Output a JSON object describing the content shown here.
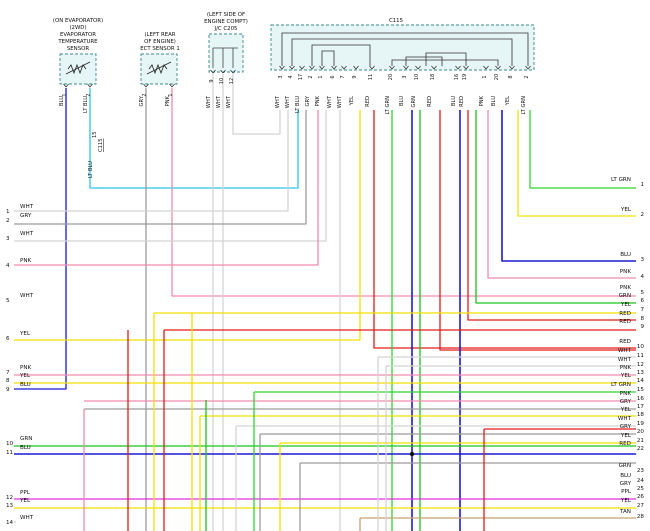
{
  "components": {
    "evap_sensor": {
      "lines": [
        "(ON EVAPORATOR)",
        "(2WD)",
        "EVAPORATOR",
        "TEMPERATURE",
        "SENSOR"
      ],
      "pins": [
        "1",
        "2"
      ],
      "wires": [
        "BLU",
        "LT BLU"
      ]
    },
    "ect_sensor": {
      "lines": [
        "(LEFT REAR",
        "OF ENGINE)",
        "ECT SENSOR 1"
      ],
      "pins": [
        "2",
        "1"
      ],
      "wires": [
        "GRY",
        "PNK"
      ]
    },
    "jc_c205": {
      "lines": [
        "(LEFT SIDE OF",
        "ENGINE COMPT)",
        "J/C C205"
      ],
      "pins": [
        "9",
        "10",
        "12"
      ],
      "wires": [
        "WHT",
        "WHT",
        "WHT"
      ]
    },
    "c115": {
      "label": "C115",
      "pins": [
        "3",
        "4",
        "17",
        "2",
        "1",
        "6",
        "7",
        "9",
        "11",
        "20",
        "3",
        "10",
        "18",
        "16",
        "19",
        "1",
        "20",
        "8",
        "2"
      ],
      "wires": [
        "WHT",
        "WHT",
        "LT BLU",
        "GRY",
        "PNK",
        "WHT",
        "WHT",
        "YEL",
        "RED",
        "LT GRN",
        "BLU",
        "GRN",
        "RED",
        "BLU",
        "RED",
        "PNK",
        "BLU",
        "YEL",
        "LT GRN"
      ]
    },
    "c115_side": {
      "pin": "15",
      "label": "C115",
      "wire": "LT BLU"
    }
  },
  "left_terminals": [
    {
      "num": "1",
      "color": "WHT"
    },
    {
      "num": "2",
      "color": "GRY"
    },
    {
      "num": "3",
      "color": "WHT"
    },
    {
      "num": "4",
      "color": "PNK"
    },
    {
      "num": "5",
      "color": "WHT"
    },
    {
      "num": "6",
      "color": "YEL"
    },
    {
      "num": "7",
      "color": "PNK"
    },
    {
      "num": "8",
      "color": "YEL"
    },
    {
      "num": "9",
      "color": "BLU"
    },
    {
      "num": "10",
      "color": "GRN"
    },
    {
      "num": "11",
      "color": "BLU"
    },
    {
      "num": "12",
      "color": "PPL"
    },
    {
      "num": "13",
      "color": "YEL"
    },
    {
      "num": "14",
      "color": "WHT"
    }
  ],
  "right_terminals": [
    {
      "num": "1",
      "color": "LT GRN"
    },
    {
      "num": "2",
      "color": "YEL"
    },
    {
      "num": "3",
      "color": "BLU"
    },
    {
      "num": "4",
      "color": "PNK"
    },
    {
      "num": "5",
      "color": "PNK"
    },
    {
      "num": "6",
      "color": "GRN"
    },
    {
      "num": "7",
      "color": "YEL"
    },
    {
      "num": "8",
      "color": "RED"
    },
    {
      "num": "9",
      "color": "RED"
    },
    {
      "num": "10",
      "color": "RED"
    },
    {
      "num": "11",
      "color": "WHT"
    },
    {
      "num": "12",
      "color": "WHT"
    },
    {
      "num": "13",
      "color": "PNK"
    },
    {
      "num": "14",
      "color": "YEL"
    },
    {
      "num": "15",
      "color": "LT GRN"
    },
    {
      "num": "16",
      "color": "PNK"
    },
    {
      "num": "17",
      "color": "GRY"
    },
    {
      "num": "18",
      "color": "YEL"
    },
    {
      "num": "19",
      "color": "WHT"
    },
    {
      "num": "20",
      "color": "GRY"
    },
    {
      "num": "21",
      "color": "YEL"
    },
    {
      "num": "22",
      "color": "RED"
    },
    {
      "num": "23",
      "color": "GRN"
    },
    {
      "num": "24",
      "color": "BLU"
    },
    {
      "num": "25",
      "color": "GRY"
    },
    {
      "num": "26",
      "color": "PPL"
    },
    {
      "num": "27",
      "color": "YEL"
    },
    {
      "num": "28",
      "color": "TAN"
    }
  ],
  "wire_colors": {
    "WHT": "#d4d4d4",
    "GRY": "#9a9a9a",
    "PNK": "#f08caa",
    "YEL": "#f2e000",
    "BLU": "#1a1ad6",
    "LT BLU": "#29c8e6",
    "GRN": "#19c419",
    "LT GRN": "#2fd42f",
    "RED": "#e61919",
    "PPL": "#e22ee2",
    "TAN": "#c8a070",
    "DARK": "#555555"
  }
}
